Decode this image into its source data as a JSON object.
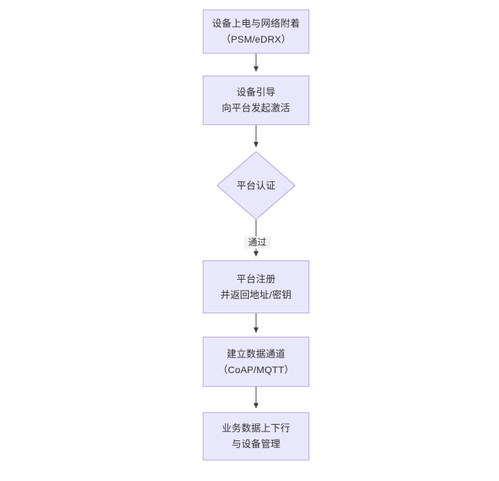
{
  "diagram": {
    "type": "flowchart",
    "direction": "top-to-bottom",
    "title": "",
    "colors": {
      "node_fill": "#e9e7fb",
      "node_border": "#b7a5e0",
      "node_text": "#333333",
      "edge_line": "#555555",
      "edge_label_bg": "#f2f2f2",
      "background": "#ffffff"
    },
    "nodes": [
      {
        "id": "n1",
        "shape": "rect",
        "lines": [
          "设备上电与网络附着",
          "（PSM/eDRX）"
        ]
      },
      {
        "id": "n2",
        "shape": "rect",
        "lines": [
          "设备引导",
          "向平台发起激活"
        ]
      },
      {
        "id": "n3",
        "shape": "diamond",
        "lines": [
          "平台认证"
        ]
      },
      {
        "id": "n4",
        "shape": "rect",
        "lines": [
          "平台注册",
          "并返回地址/密钥"
        ]
      },
      {
        "id": "n5",
        "shape": "rect",
        "lines": [
          "建立数据通道",
          "（CoAP/MQTT）"
        ]
      },
      {
        "id": "n6",
        "shape": "rect",
        "lines": [
          "业务数据上下行",
          "与设备管理"
        ]
      }
    ],
    "edges": [
      {
        "from": "n1",
        "to": "n2",
        "label": ""
      },
      {
        "from": "n2",
        "to": "n3",
        "label": ""
      },
      {
        "from": "n3",
        "to": "n4",
        "label": "通过"
      },
      {
        "from": "n4",
        "to": "n5",
        "label": ""
      },
      {
        "from": "n5",
        "to": "n6",
        "label": ""
      }
    ]
  }
}
